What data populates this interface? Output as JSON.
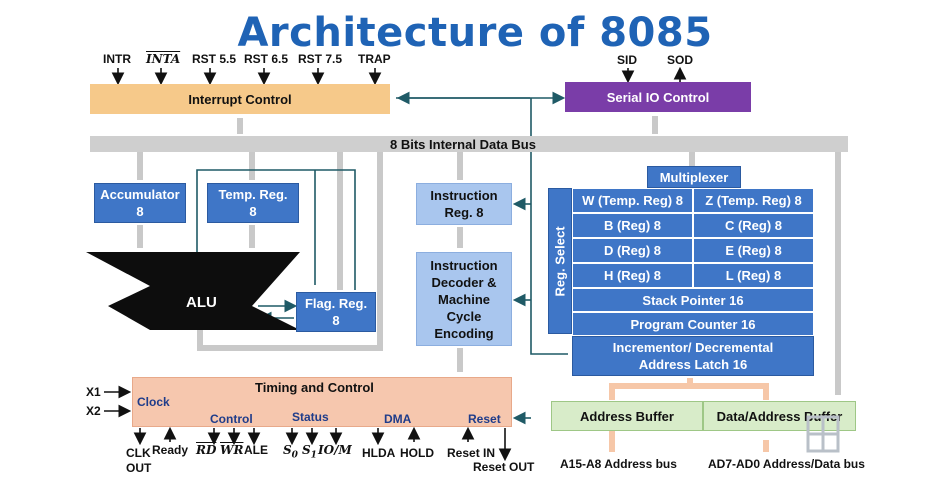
{
  "title": "Architecture of 8085",
  "top_signals": [
    "INTR",
    "INTA",
    "RST 5.5",
    "RST 6.5",
    "RST 7.5",
    "TRAP"
  ],
  "serial_signals": [
    "SID",
    "SOD"
  ],
  "interrupt_control": "Interrupt Control",
  "serial_io_control": "Serial IO Control",
  "data_bus": "8 Bits Internal Data Bus",
  "accumulator": [
    "Accumulator",
    "8"
  ],
  "temp_reg": [
    "Temp. Reg.",
    "8"
  ],
  "instruction_reg": [
    "Instruction",
    "Reg. 8"
  ],
  "decoder": [
    "Instruction",
    "Decoder &",
    "Machine",
    "Cycle",
    "Encoding"
  ],
  "alu": "ALU",
  "flag_reg": [
    "Flag. Reg.",
    "8"
  ],
  "multiplexer": "Multiplexer",
  "reg_select": "Reg. Select",
  "registers": {
    "w": "W (Temp. Reg) 8",
    "z": "Z (Temp. Reg) 8",
    "b": "B (Reg) 8",
    "c": "C (Reg) 8",
    "d": "D (Reg) 8",
    "e": "E (Reg) 8",
    "h": "H (Reg) 8",
    "l": "L (Reg) 8",
    "sp": "Stack Pointer 16",
    "pc": "Program Counter 16",
    "incdec": [
      "Incrementor/ Decremental",
      "Address Latch 16"
    ]
  },
  "timing": {
    "title": "Timing and Control",
    "clock": "Clock",
    "control": "Control",
    "status": "Status",
    "dma": "DMA",
    "reset": "Reset",
    "x1": "X1",
    "x2": "X2",
    "clk_out": [
      "CLK",
      "OUT"
    ],
    "ready": "Ready",
    "rd": "RD",
    "wr": "WR",
    "ale": "ALE",
    "s0": "S",
    "s0_sub": "0",
    "s1": "S",
    "s1_sub": "1",
    "io_m": "IO/M",
    "hlda": "HLDA",
    "hold": "HOLD",
    "reset_in": "Reset IN",
    "reset_out": "Reset OUT"
  },
  "address_buffer": "Address Buffer",
  "data_address_buffer": "Data/Address Buffer",
  "address_bus": "A15-A8 Address bus",
  "data_bus_out": "AD7-AD0 Address/Data bus"
}
